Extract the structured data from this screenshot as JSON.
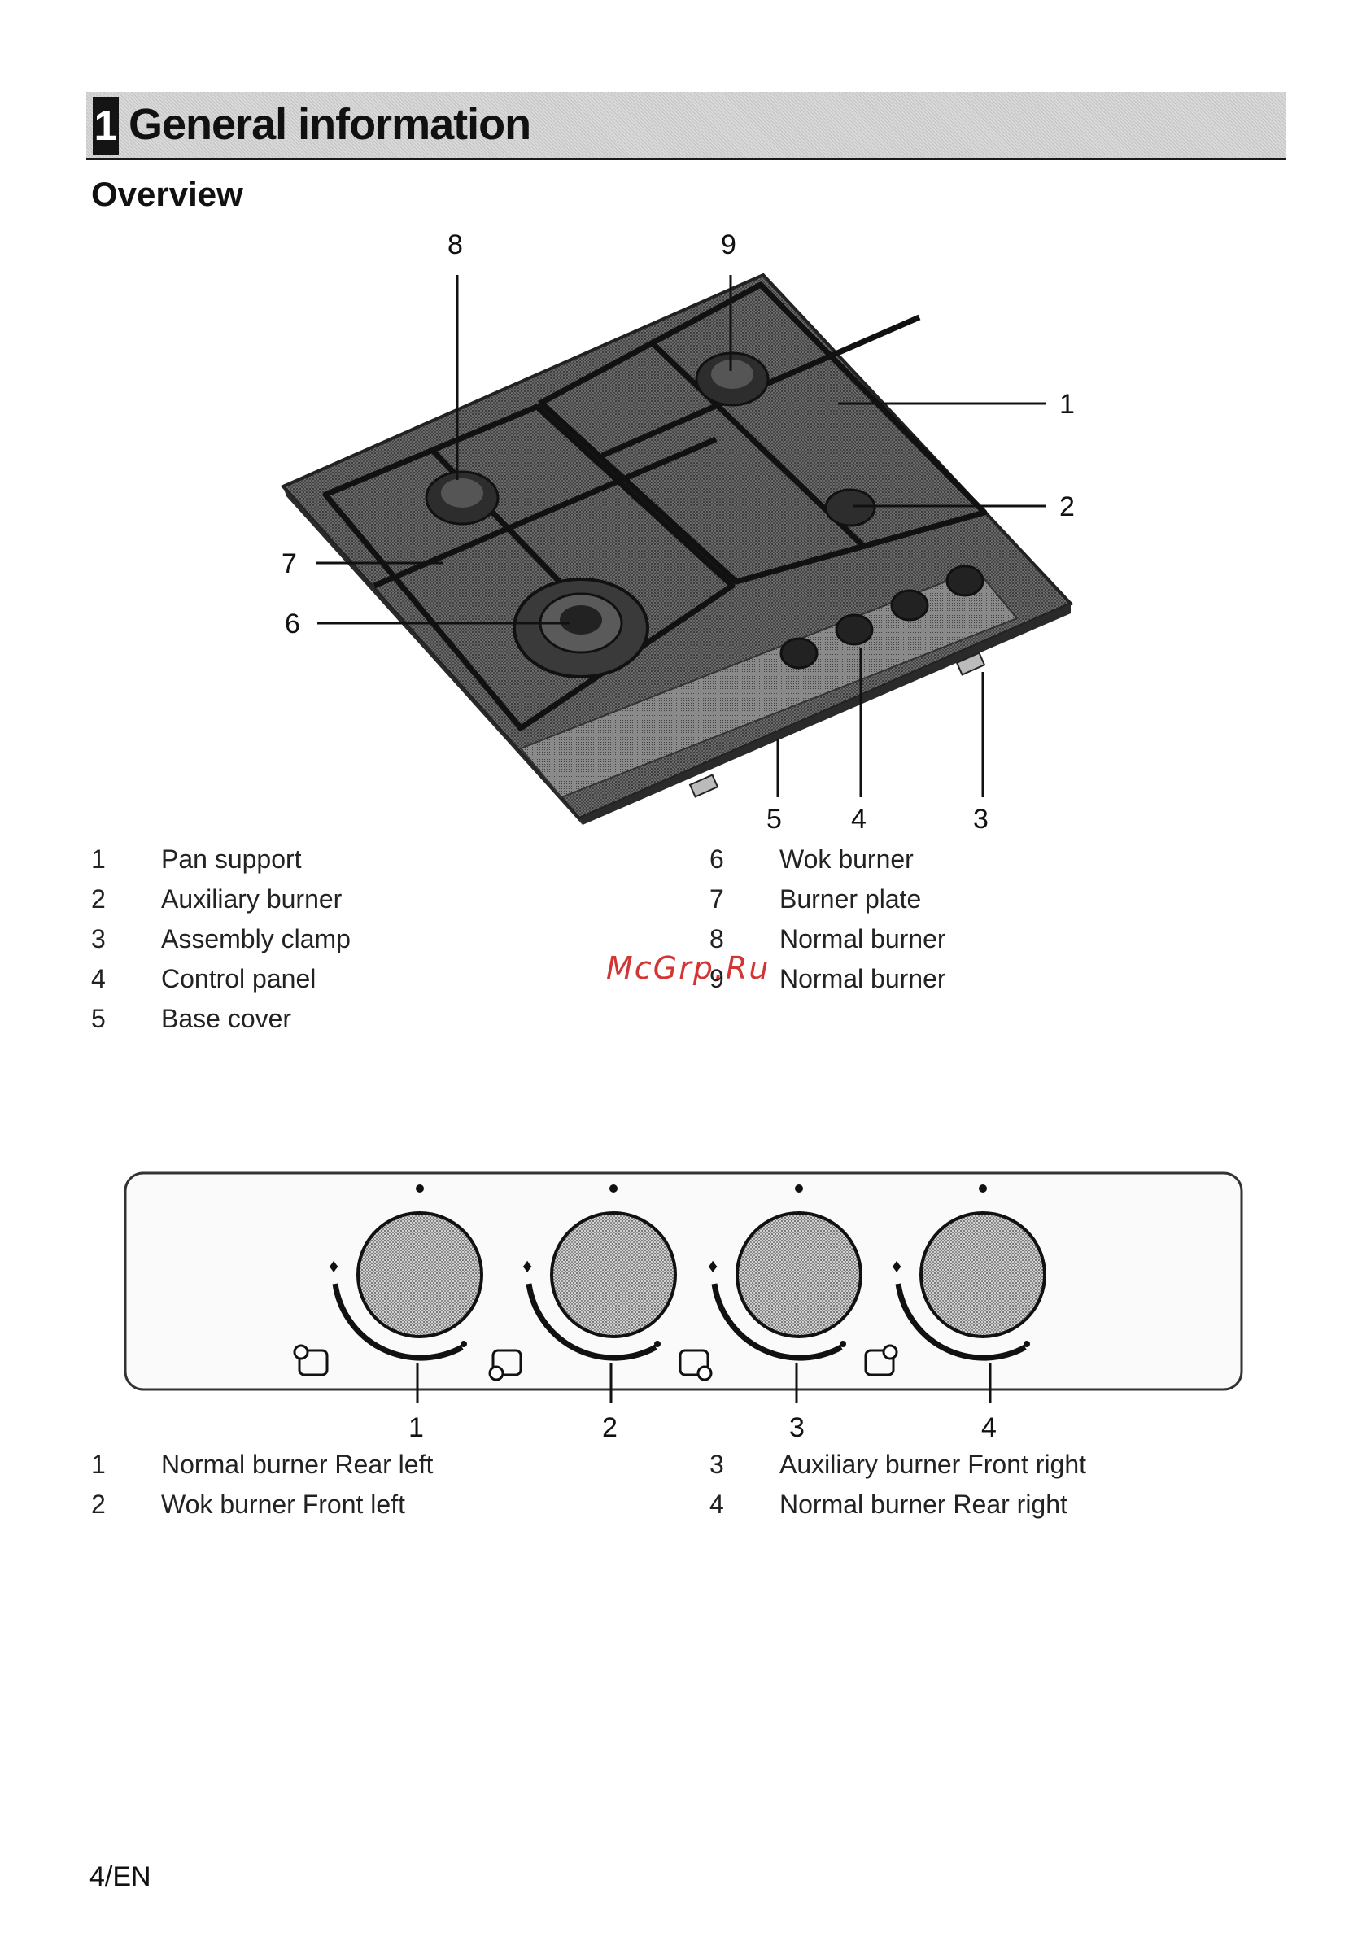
{
  "section": {
    "number": "1",
    "title": "General information"
  },
  "subheading": "Overview",
  "hob_figure": {
    "callouts": [
      "8",
      "9",
      "1",
      "2",
      "7",
      "6",
      "5",
      "4",
      "3"
    ]
  },
  "overview_legend": [
    {
      "num": "1",
      "label": "Pan support"
    },
    {
      "num": "2",
      "label": "Auxiliary burner"
    },
    {
      "num": "3",
      "label": "Assembly clamp"
    },
    {
      "num": "4",
      "label": "Control panel"
    },
    {
      "num": "5",
      "label": "Base cover"
    },
    {
      "num": "6",
      "label": "Wok burner"
    },
    {
      "num": "7",
      "label": "Burner plate"
    },
    {
      "num": "8",
      "label": "Normal burner"
    },
    {
      "num": "9",
      "label": "Normal burner"
    }
  ],
  "watermark": "McGrp.Ru",
  "control_panel_figure": {
    "callouts": [
      "1",
      "2",
      "3",
      "4"
    ]
  },
  "knob_legend": [
    {
      "num": "1",
      "label": "Normal burner Rear left"
    },
    {
      "num": "2",
      "label": "Wok burner Front left"
    },
    {
      "num": "3",
      "label": "Auxiliary burner Front right"
    },
    {
      "num": "4",
      "label": "Normal burner Rear right"
    }
  ],
  "footer": "4/EN"
}
